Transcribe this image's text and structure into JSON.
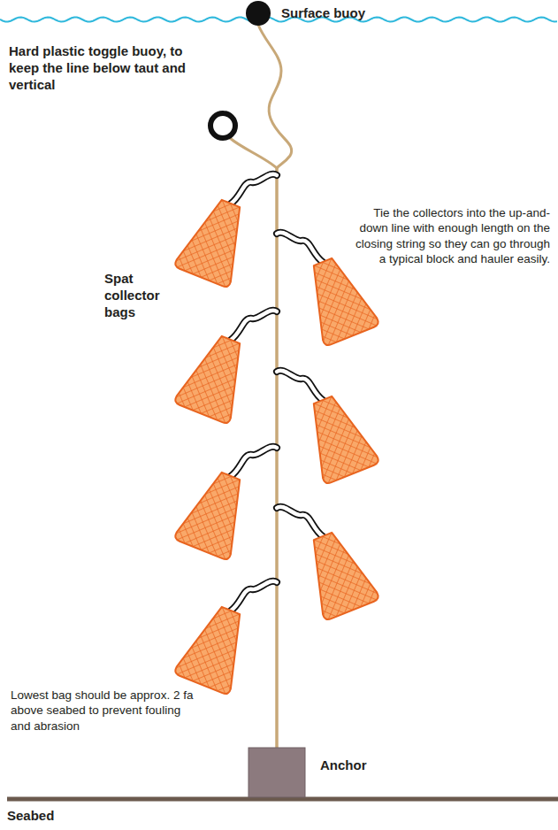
{
  "diagram": {
    "labels": [
      "Surface buoy",
      "Hard plastic toggle buoy, to keep the line below taut and vertical",
      "Spat collector bags",
      "Tie the collectors into the up-and-down line with enough length on the closing string so they can go through a typical block and hauler easily.",
      "Lowest bag should be approx. 2 fa above seabed to prevent fouling and abrasion",
      "Anchor",
      "Seabed"
    ]
  }
}
